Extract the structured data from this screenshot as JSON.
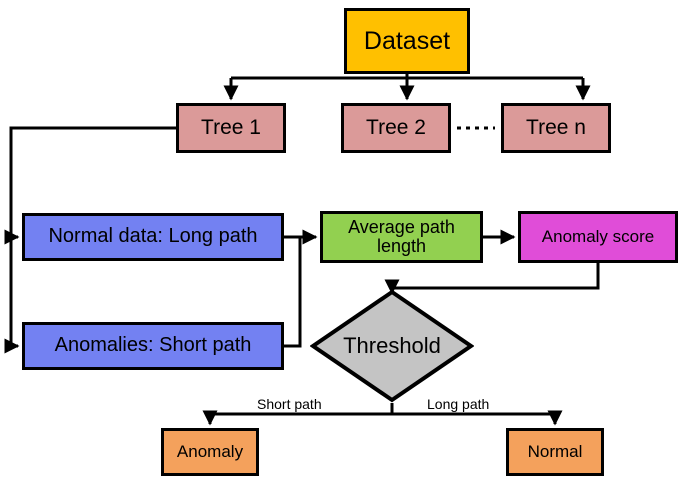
{
  "diagram": {
    "title": "Isolation Forest anomaly detection flowchart",
    "background": "#ffffff",
    "stroke": "#000000"
  },
  "nodes": {
    "dataset": {
      "label": "Dataset",
      "color": "#FFC000",
      "shape": "rectangle"
    },
    "tree_1": {
      "label": "Tree 1",
      "color": "#DB9A99",
      "shape": "rectangle"
    },
    "tree_2": {
      "label": "Tree 2",
      "color": "#DB9A99",
      "shape": "rectangle"
    },
    "tree_n": {
      "label": "Tree n",
      "color": "#DB9A99",
      "shape": "rectangle"
    },
    "ellipsis": {
      "label": "······",
      "color": "#000000",
      "shape": "dotted-line"
    },
    "normal_data": {
      "label": "Normal data: Long path",
      "color": "#7381F2",
      "shape": "rectangle"
    },
    "anomalies": {
      "label": "Anomalies: Short path",
      "color": "#7381F2",
      "shape": "rectangle"
    },
    "avg_path": {
      "label": "Average path length",
      "color": "#92D050",
      "shape": "rectangle"
    },
    "anomaly_score": {
      "label": "Anomaly score",
      "color": "#E04DD8",
      "shape": "rectangle"
    },
    "threshold": {
      "label": "Threshold",
      "color": "#C4C4C4",
      "shape": "diamond"
    },
    "anomaly_out": {
      "label": "Anomaly",
      "color": "#F4A15C",
      "shape": "rectangle"
    },
    "normal_out": {
      "label": "Normal",
      "color": "#F4A15C",
      "shape": "rectangle"
    }
  },
  "edge_labels": {
    "short_path": "Short path",
    "long_path": "Long path"
  }
}
